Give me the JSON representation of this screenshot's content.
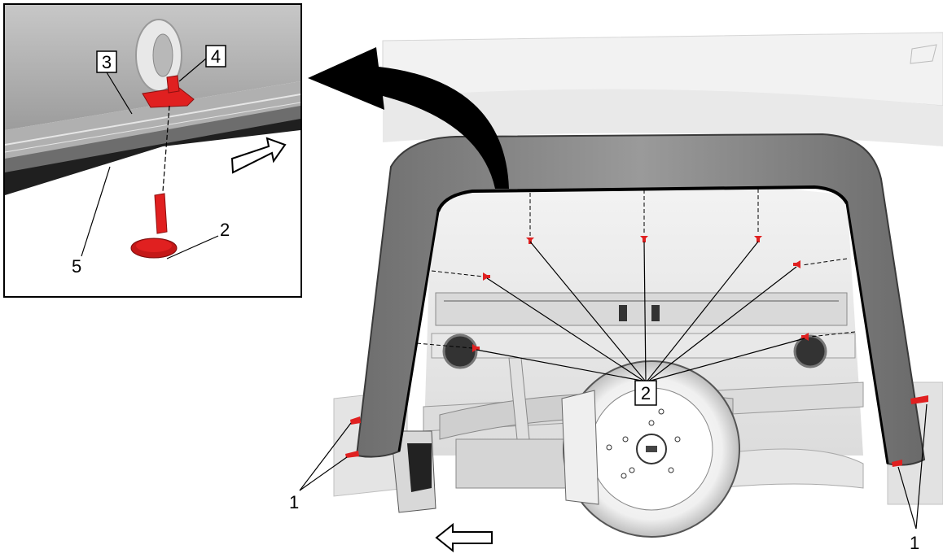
{
  "callouts": {
    "fastener_clip": "1",
    "push_pin_retainer": "2",
    "liner_edge": "3",
    "retainer_nut": "4",
    "fender_flange": "5"
  },
  "labels": {
    "main_left_1": "1",
    "main_right_1": "1",
    "main_box_2": "2",
    "inset_2": "2",
    "inset_3": "3",
    "inset_4": "4",
    "inset_5": "5"
  },
  "colors": {
    "fastener_red": "#e02020",
    "line_art": "#000000",
    "panel_gray": "#8e8e8e",
    "inset_gray": "#a6a6a6"
  },
  "icons": {
    "front_arrow": "hollow-arrow-left-icon",
    "inset_arrow": "hollow-arrow-up-right-icon",
    "pointer_arrow": "curved-arrow-icon"
  }
}
